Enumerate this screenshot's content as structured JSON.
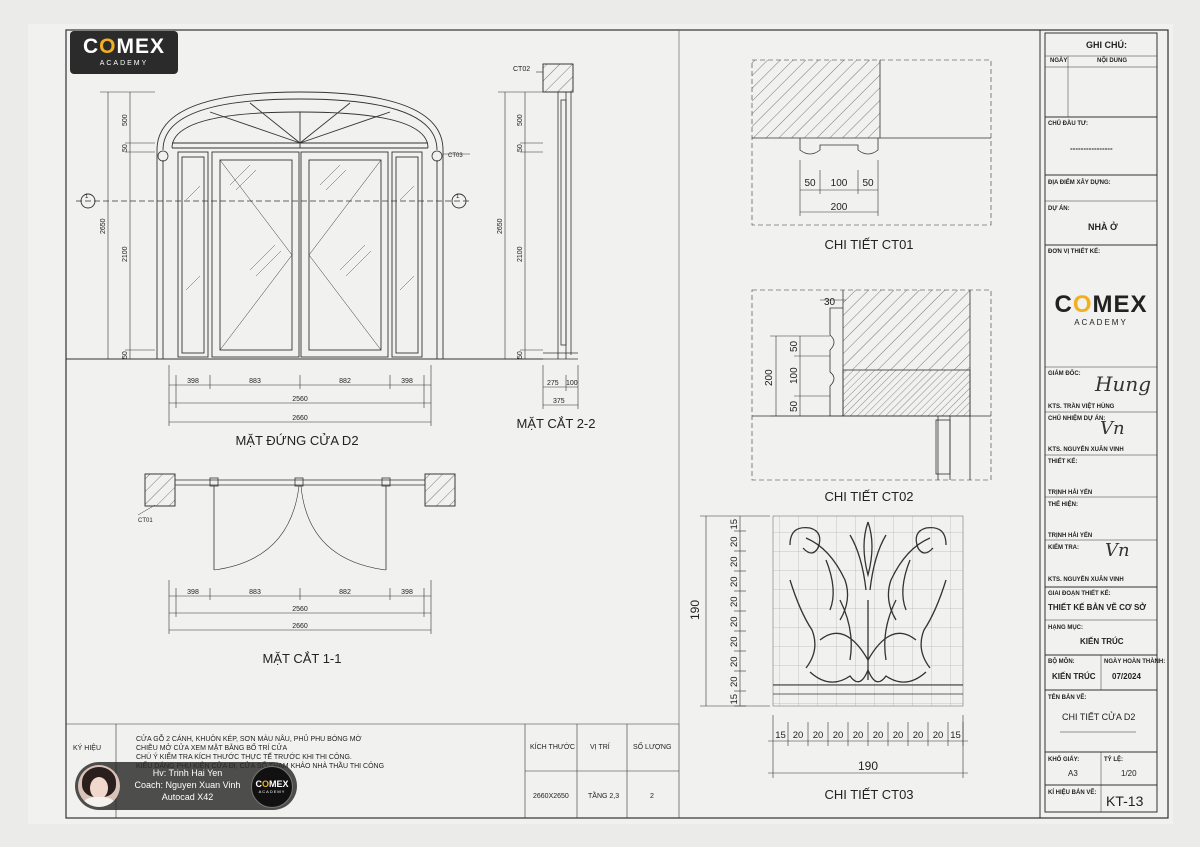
{
  "brand": {
    "name_pre": "C",
    "name_dot": "O",
    "name_post": "MEX",
    "sub": "ACADEMY",
    "accent": "#f2b020"
  },
  "views": {
    "elevation_title": "MẶT ĐỨNG CỬA D2",
    "section22_title": "MẶT CẮT 2-2",
    "section11_title": "MẶT CẮT 1-1",
    "ct01_title": "CHI TIẾT CT01",
    "ct02_title": "CHI TIẾT CT02",
    "ct03_title": "CHI TIẾT CT03"
  },
  "elevation": {
    "v_dims": [
      "500",
      "50",
      "2100",
      "50"
    ],
    "total_h": "2650",
    "w_dims": [
      "398",
      "883",
      "882",
      "398"
    ],
    "w_inner": "2560",
    "w_total": "2660",
    "tag_ct03": "CT03",
    "section_mark": "1"
  },
  "section22": {
    "tag_ct02": "CT02",
    "v_dims": [
      "500",
      "50",
      "2100",
      "50"
    ],
    "total_h": "2650",
    "w_dims": [
      "275",
      "100"
    ],
    "w_total": "375"
  },
  "section11": {
    "tag_ct01": "CT01",
    "w_dims": [
      "398",
      "883",
      "882",
      "398"
    ],
    "w_inner": "2560",
    "w_total": "2660"
  },
  "ct01": {
    "dims": [
      "50",
      "100",
      "50"
    ],
    "total": "200"
  },
  "ct02": {
    "top": "30",
    "v_dims": [
      "50",
      "100",
      "50"
    ],
    "total": "200"
  },
  "ct03": {
    "v_dims": [
      "15",
      "20",
      "20",
      "20",
      "20",
      "20",
      "20",
      "20",
      "20",
      "15"
    ],
    "h_dims": [
      "15",
      "20",
      "20",
      "20",
      "20",
      "20",
      "20",
      "20",
      "20",
      "15"
    ],
    "total_v": "190",
    "total_h": "190"
  },
  "notes": {
    "label": "KÝ HIỆU",
    "lines": [
      "CỬA GỖ 2 CÁNH, KHUÔN KÉP, SƠN MÀU NÂU, PHỦ PHU BÓNG MỜ",
      "CHIỀU MỞ CỬA XEM MẶT BẰNG BỐ TRÍ CỬA",
      "CHÚ Ý KIỂM TRA KÍCH THƯỚC THỰC TẾ TRƯỚC KHI THI CÔNG.",
      "KIỂU DÁNG PHỤ KIỆN CỬA ĐI, CỬA SỔ THAM KHẢO NHÀ THẦU THI CÔNG"
    ],
    "col_size": "KÍCH THƯỚC",
    "col_pos": "VỊ TRÍ",
    "col_qty": "SỐ LƯỢNG",
    "size": "2660X2650",
    "pos": "TẦNG 2,3",
    "qty": "2"
  },
  "student": {
    "line1": "Hv: Trinh Hai Yen",
    "line2": "Coach: Nguyen Xuan Vinh",
    "line3": "Autocad X42"
  },
  "titleblock": {
    "notes_head": "GHI CHÚ:",
    "col_date": "NGÀY",
    "col_content": "NỘI DUNG",
    "investor_label": "CHỦ ĐẦU TƯ:",
    "investor": "----------------",
    "location_label": "ĐỊA ĐIỂM XÂY DỰNG:",
    "project_label": "DỰ ÁN:",
    "project": "NHÀ Ở",
    "designer_unit_label": "ĐƠN VỊ THIẾT KẾ:",
    "director_label": "GIÁM ĐỐC:",
    "director_name": "KTS. TRẦN VIỆT HÙNG",
    "lead_label": "CHỦ NHIỆM DỰ ÁN:",
    "lead_name": "KTS. NGUYỄN XUÂN VINH",
    "design_label": "THIẾT KẾ:",
    "design_name": "TRỊNH HẢI YẾN",
    "draw_label": "THỂ HIỆN:",
    "draw_name": "TRỊNH HẢI YẾN",
    "check_label": "KIỂM TRA:",
    "check_name": "KTS. NGUYỄN XUÂN VINH",
    "stage_label": "GIAI ĐOẠN THIẾT KẾ:",
    "stage": "THIẾT KẾ BẢN VẼ CƠ SỞ",
    "category_label": "HẠNG MỤC:",
    "category": "KIẾN TRÚC",
    "dept_label": "BỘ MÔN:",
    "dept": "KIẾN TRÚC",
    "date_label": "NGÀY HOÀN THÀNH:",
    "date": "07/2024",
    "sheet_name_label": "TÊN BẢN VẼ:",
    "sheet_name": "CHI TIẾT CỬA D2",
    "paper_label": "KHỔ GIẤY:",
    "paper": "A3",
    "scale_label": "TỶ LỆ:",
    "scale": "1/20",
    "code_label": "KÍ HIỆU BẢN VẼ:",
    "code": "KT-13"
  }
}
